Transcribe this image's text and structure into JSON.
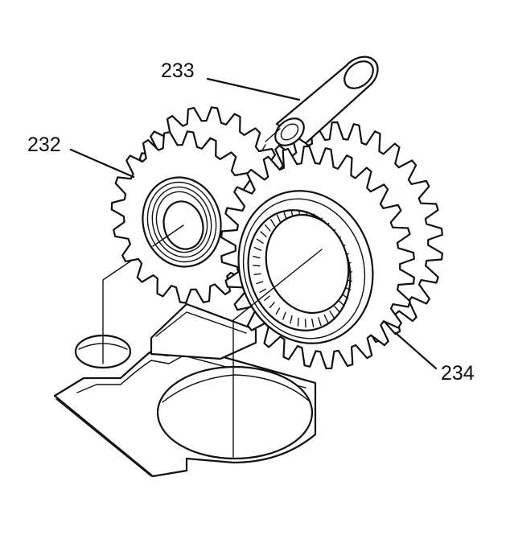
{
  "diagram": {
    "callouts": [
      {
        "id": "c233",
        "label": "233"
      },
      {
        "id": "c232",
        "label": "232"
      },
      {
        "id": "c234",
        "label": "234"
      }
    ]
  },
  "colors": {
    "ink": "#111111",
    "background": "#ffffff"
  }
}
